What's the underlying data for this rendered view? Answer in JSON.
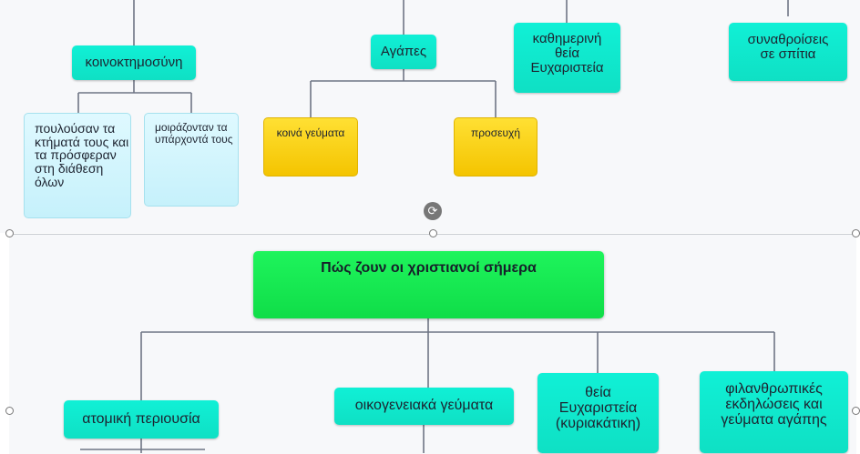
{
  "top_map": {
    "koinoktimosyni": "κοινοκτημοσύνη",
    "poulousan": "πουλούσαν τα κτήματά τους και τα πρόσφεραν στη διάθεση όλων",
    "moirazontan": "μοιράζονταν τα υπάρχοντά τους",
    "agapes": "Αγάπες",
    "koina_geymata": "κοινά γεύματα",
    "proseuxi": "προσευχή",
    "kathimerini": "καθημερινή θεία Ευχαριστεία",
    "synathroiseis": "συναθροίσεις σε σπίτια"
  },
  "bottom_map": {
    "root": "Πώς ζουν οι χριστιανοί σήμερα",
    "atomiki": "ατομική περιουσία",
    "oikogeneiaka": "οικογενειακά γεύματα",
    "theia_kyriakatiki": "θεία Ευχαριστεία (κυριακάτικη)",
    "filanthropikes": "φιλανθρωπικές εκδηλώσεις και γεύματα αγάπης"
  },
  "colors": {
    "teal": "#0fe8cd",
    "light_cyan": "#d4f6fd",
    "yellow": "#f8d000",
    "green": "#16ea52",
    "connector": "#6e7585"
  },
  "icons": {
    "rotate_handle": "rotate-icon"
  }
}
